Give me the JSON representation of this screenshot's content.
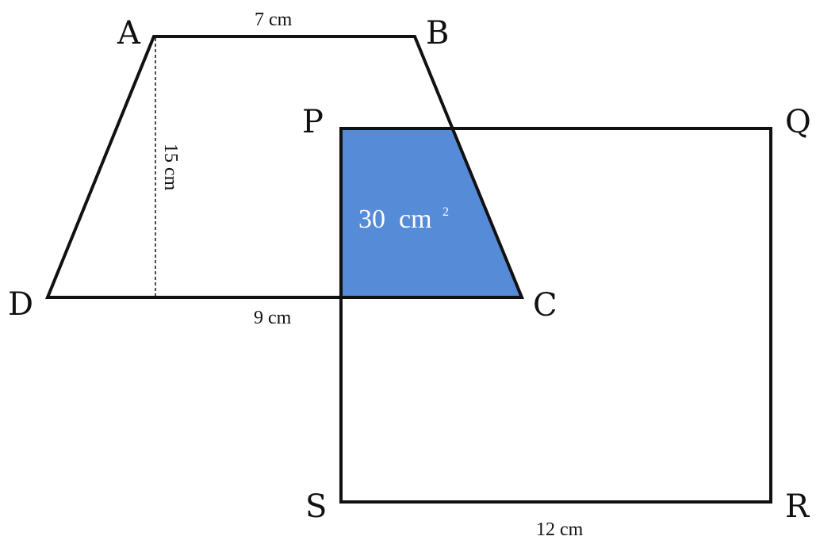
{
  "colors": {
    "overlap_fill": "#568bd8",
    "stroke": "#111111",
    "background": "#ffffff",
    "area_text": "#ffffff"
  },
  "trapezium": {
    "vertices": [
      "A",
      "B",
      "C",
      "D"
    ],
    "top_side": "7 cm",
    "bottom_side": "9 cm",
    "height": "15 cm"
  },
  "square": {
    "vertices": [
      "P",
      "Q",
      "R",
      "S"
    ],
    "side": "12 cm"
  },
  "overlap": {
    "area_value": "30  cm",
    "area_exponent": "2"
  }
}
